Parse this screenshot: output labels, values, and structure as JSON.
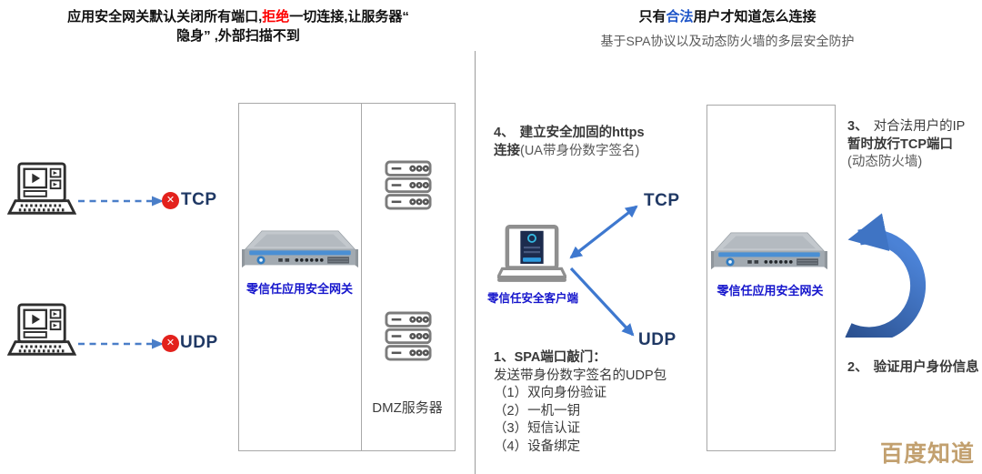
{
  "left": {
    "title": {
      "p1": "应用安全网关默认关闭所有端口,",
      "hl": "拒绝",
      "p2": "一切连接,让服务器“",
      "line2": "隐身” ,外部扫描不到"
    },
    "tcp": "TCP",
    "udp": "UDP",
    "gateway_label": "零信任应用安全网关",
    "dmz_label": "DMZ服务器"
  },
  "right": {
    "title": {
      "p1": "只有",
      "hl": "合法",
      "p2": "用户才知道怎么连接"
    },
    "subtitle": "基于SPA协议以及动态防火墙的多层安全防护",
    "step4_num": "4、",
    "step4_line1": "建立安全加固的https",
    "step4_line2_bold": "连接",
    "step4_line2_rest": "(UA带身份数字签名)",
    "client_label": "零信任安全客户端",
    "tcp": "TCP",
    "udp": "UDP",
    "step1_title": "1、SPA端口敲门：",
    "step1_lines": [
      "发送带身份数字签名的UDP包",
      "（1）双向身份验证",
      "（2）一机一钥",
      "（3）短信认证",
      "（4）设备绑定"
    ],
    "gateway_label": "零信任应用安全网关",
    "step3_num": "3、",
    "step3_line1": "对合法用户的IP",
    "step3_line2": "暂时放行TCP端口",
    "step3_line3": "(动态防火墙)",
    "step2_num": "2、",
    "step2": "验证用户身份信息"
  },
  "icons": {
    "x_mark": "✕"
  },
  "watermark": "百度知道",
  "colors": {
    "arrow_blue": "#4579c6",
    "navy": "#1f3864",
    "blocked_red": "#e3211c",
    "label_blue": "#1515cc",
    "highlight_red": "#fe0000",
    "highlight_blue": "#1f56c8",
    "watermark_tan": "#c2a06f"
  }
}
